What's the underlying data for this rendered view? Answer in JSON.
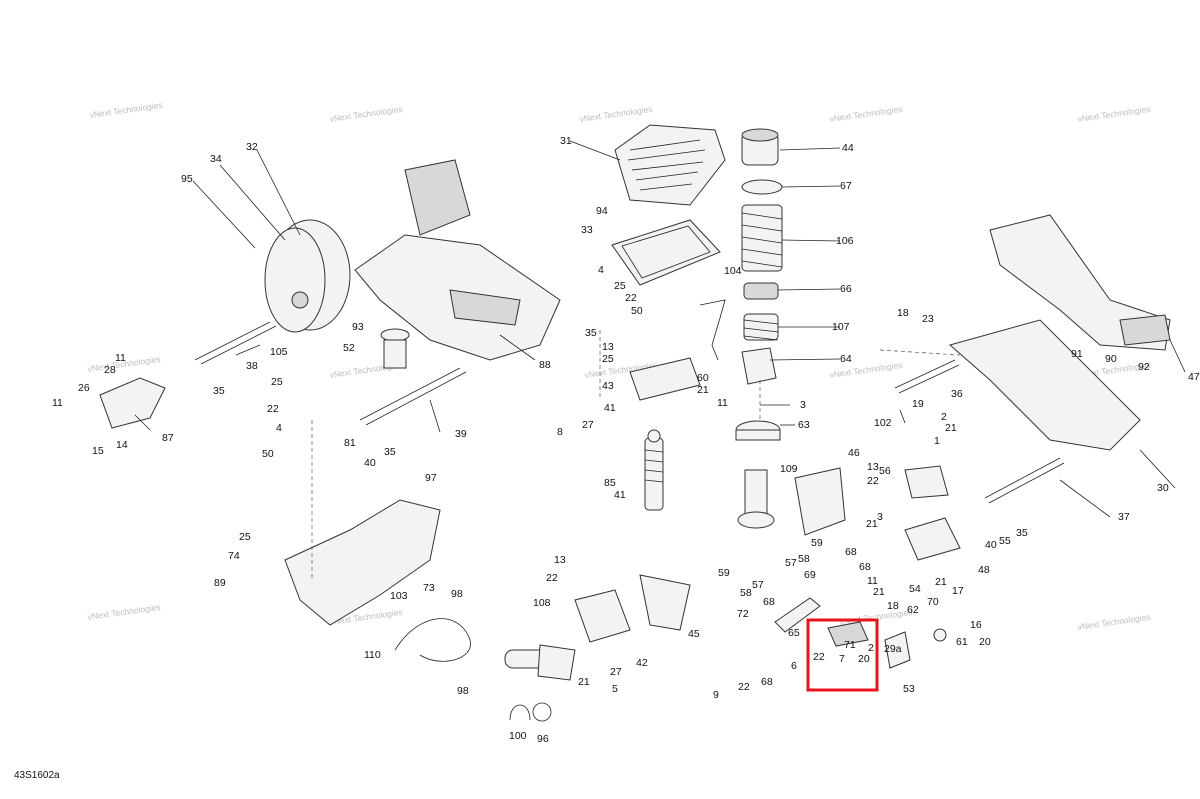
{
  "diagram": {
    "reference_code": "43S1602a",
    "watermark_text": "vNext Technologies",
    "highlight_color": "#e8141c",
    "callouts": [
      {
        "id": "c31",
        "text": "31"
      },
      {
        "id": "c44",
        "text": "44"
      },
      {
        "id": "c67",
        "text": "67"
      },
      {
        "id": "c106",
        "text": "106"
      },
      {
        "id": "c66",
        "text": "66"
      },
      {
        "id": "c107",
        "text": "107"
      },
      {
        "id": "c64",
        "text": "64"
      },
      {
        "id": "c3a",
        "text": "3"
      },
      {
        "id": "c63",
        "text": "63"
      },
      {
        "id": "c94",
        "text": "94"
      },
      {
        "id": "c33",
        "text": "33"
      },
      {
        "id": "c104",
        "text": "104"
      },
      {
        "id": "c4a",
        "text": "4"
      },
      {
        "id": "c25a",
        "text": "25"
      },
      {
        "id": "c22a",
        "text": "22"
      },
      {
        "id": "c50a",
        "text": "50"
      },
      {
        "id": "c35a",
        "text": "35"
      },
      {
        "id": "c13a",
        "text": "13"
      },
      {
        "id": "c25b",
        "text": "25"
      },
      {
        "id": "c43",
        "text": "43"
      },
      {
        "id": "c60",
        "text": "60"
      },
      {
        "id": "c21a",
        "text": "21"
      },
      {
        "id": "c11a",
        "text": "11"
      },
      {
        "id": "c32",
        "text": "32"
      },
      {
        "id": "c34",
        "text": "34"
      },
      {
        "id": "c95",
        "text": "95"
      },
      {
        "id": "c93",
        "text": "93"
      },
      {
        "id": "c52",
        "text": "52"
      },
      {
        "id": "c105",
        "text": "105"
      },
      {
        "id": "c38",
        "text": "38"
      },
      {
        "id": "c88",
        "text": "88"
      },
      {
        "id": "c35b",
        "text": "35"
      },
      {
        "id": "c11b",
        "text": "11"
      },
      {
        "id": "c28",
        "text": "28"
      },
      {
        "id": "c26",
        "text": "26"
      },
      {
        "id": "c11c",
        "text": "11"
      },
      {
        "id": "c15",
        "text": "15"
      },
      {
        "id": "c14",
        "text": "14"
      },
      {
        "id": "c87",
        "text": "87"
      },
      {
        "id": "c25c",
        "text": "25"
      },
      {
        "id": "c22b",
        "text": "22"
      },
      {
        "id": "c4b",
        "text": "4"
      },
      {
        "id": "c50b",
        "text": "50"
      },
      {
        "id": "c40a",
        "text": "40"
      },
      {
        "id": "c35c",
        "text": "35"
      },
      {
        "id": "c39",
        "text": "39"
      },
      {
        "id": "c81",
        "text": "81"
      },
      {
        "id": "c97",
        "text": "97"
      },
      {
        "id": "c25d",
        "text": "25"
      },
      {
        "id": "c74",
        "text": "74"
      },
      {
        "id": "c89",
        "text": "89"
      },
      {
        "id": "c103",
        "text": "103"
      },
      {
        "id": "c73",
        "text": "73"
      },
      {
        "id": "c98a",
        "text": "98"
      },
      {
        "id": "c110",
        "text": "110"
      },
      {
        "id": "c98b",
        "text": "98"
      },
      {
        "id": "c41a",
        "text": "41"
      },
      {
        "id": "c8",
        "text": "8"
      },
      {
        "id": "c27a",
        "text": "27"
      },
      {
        "id": "c85",
        "text": "85"
      },
      {
        "id": "c41b",
        "text": "41"
      },
      {
        "id": "c13b",
        "text": "13"
      },
      {
        "id": "c22c",
        "text": "22"
      },
      {
        "id": "c108",
        "text": "108"
      },
      {
        "id": "c42",
        "text": "42"
      },
      {
        "id": "c27b",
        "text": "27"
      },
      {
        "id": "c21b",
        "text": "21"
      },
      {
        "id": "c5",
        "text": "5"
      },
      {
        "id": "c100",
        "text": "100"
      },
      {
        "id": "c96",
        "text": "96"
      },
      {
        "id": "c45",
        "text": "45"
      },
      {
        "id": "c109",
        "text": "109"
      },
      {
        "id": "c46",
        "text": "46"
      },
      {
        "id": "c13c",
        "text": "13"
      },
      {
        "id": "c22d",
        "text": "22"
      },
      {
        "id": "c3b",
        "text": "3"
      },
      {
        "id": "c21c",
        "text": "21"
      },
      {
        "id": "c59a",
        "text": "59"
      },
      {
        "id": "c57a",
        "text": "57"
      },
      {
        "id": "c58a",
        "text": "58"
      },
      {
        "id": "c57b",
        "text": "57"
      },
      {
        "id": "c59b",
        "text": "59"
      },
      {
        "id": "c58b",
        "text": "58"
      },
      {
        "id": "c68a",
        "text": "68"
      },
      {
        "id": "c68b",
        "text": "68"
      },
      {
        "id": "c69",
        "text": "69"
      },
      {
        "id": "c11d",
        "text": "11"
      },
      {
        "id": "c21d",
        "text": "21"
      },
      {
        "id": "c68c",
        "text": "68"
      },
      {
        "id": "c72",
        "text": "72"
      },
      {
        "id": "c65",
        "text": "65"
      },
      {
        "id": "c9",
        "text": "9"
      },
      {
        "id": "c6",
        "text": "6"
      },
      {
        "id": "c22e",
        "text": "22"
      },
      {
        "id": "c68d",
        "text": "68"
      },
      {
        "id": "c18a",
        "text": "18"
      },
      {
        "id": "c22f",
        "text": "22"
      },
      {
        "id": "c71",
        "text": "71"
      },
      {
        "id": "c2a",
        "text": "2"
      },
      {
        "id": "c29a",
        "text": "29a"
      },
      {
        "id": "c7",
        "text": "7"
      },
      {
        "id": "c20a",
        "text": "20"
      },
      {
        "id": "c54",
        "text": "54"
      },
      {
        "id": "c62",
        "text": "62"
      },
      {
        "id": "c70",
        "text": "70"
      },
      {
        "id": "c53",
        "text": "53"
      },
      {
        "id": "c21e",
        "text": "21"
      },
      {
        "id": "c17",
        "text": "17"
      },
      {
        "id": "c16",
        "text": "16"
      },
      {
        "id": "c61",
        "text": "61"
      },
      {
        "id": "c20b",
        "text": "20"
      },
      {
        "id": "c18b",
        "text": "18"
      },
      {
        "id": "c23",
        "text": "23"
      },
      {
        "id": "c36",
        "text": "36"
      },
      {
        "id": "c102",
        "text": "102"
      },
      {
        "id": "c19",
        "text": "19"
      },
      {
        "id": "c2b",
        "text": "2"
      },
      {
        "id": "c21f",
        "text": "21"
      },
      {
        "id": "c1",
        "text": "1"
      },
      {
        "id": "c56",
        "text": "56"
      },
      {
        "id": "c91",
        "text": "91"
      },
      {
        "id": "c90",
        "text": "90"
      },
      {
        "id": "c92",
        "text": "92"
      },
      {
        "id": "c47",
        "text": "47"
      },
      {
        "id": "c30",
        "text": "30"
      },
      {
        "id": "c37",
        "text": "37"
      },
      {
        "id": "c35d",
        "text": "35"
      },
      {
        "id": "c55",
        "text": "55"
      },
      {
        "id": "c40b",
        "text": "40"
      },
      {
        "id": "c48",
        "text": "48"
      }
    ]
  }
}
